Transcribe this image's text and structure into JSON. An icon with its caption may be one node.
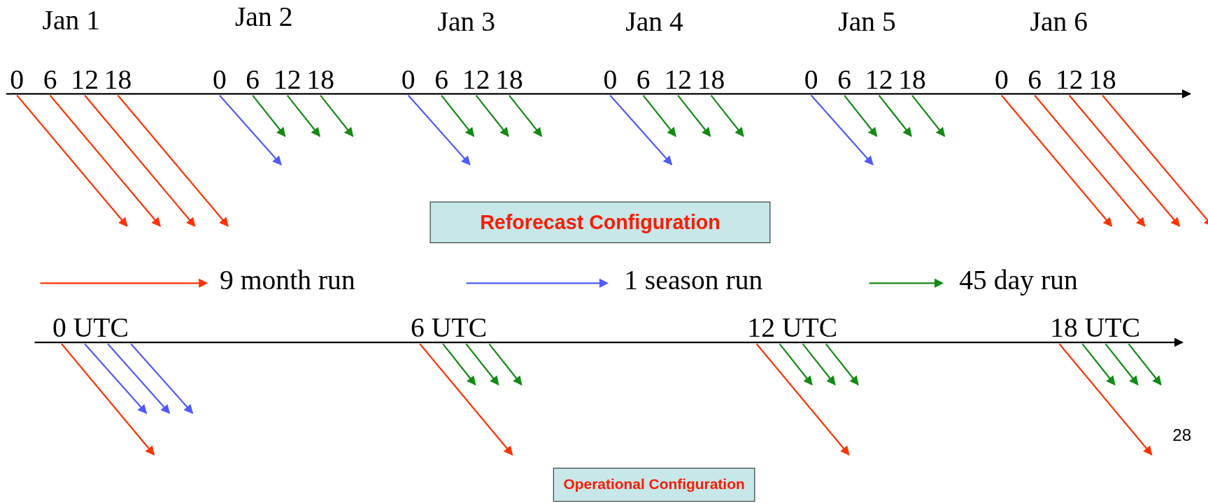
{
  "diagram": {
    "nodes": [
      {
        "text": [
          "0"
        ]
      },
      {
        "text": [
          "6"
        ]
      },
      {
        "text": [
          "12"
        ]
      },
      {
        "text": [
          "18"
        ]
      },
      {
        "text": [
          "0"
        ]
      },
      {
        "text": [
          "6"
        ]
      },
      {
        "text": [
          "12"
        ]
      },
      {
        "text": [
          "18"
        ]
      },
      {
        "text": [
          "0"
        ]
      },
      {
        "text": [
          "6"
        ]
      },
      {
        "text": [
          "12"
        ]
      },
      {
        "text": [
          "18"
        ]
      },
      {
        "text": [
          "0"
        ]
      },
      {
        "text": [
          "6"
        ]
      },
      {
        "text": [
          "12"
        ]
      },
      {
        "text": [
          "18"
        ]
      },
      {
        "text": [
          "0"
        ]
      },
      {
        "text": [
          "6"
        ]
      },
      {
        "text": [
          "12"
        ]
      },
      {
        "text": [
          "18"
        ]
      },
      {
        "text": [
          "0"
        ]
      },
      {
        "text": [
          "6"
        ]
      },
      {
        "text": [
          "12"
        ]
      },
      {
        "text": [
          "18"
        ]
      },
      {
        "text": [
          "Reforecast Configuration"
        ]
      },
      {
        "text": [
          "0 UTC"
        ]
      },
      {
        "text": [
          "6 UTC"
        ]
      },
      {
        "text": [
          "12 UTC"
        ]
      },
      {
        "text": [
          "18 UTC"
        ]
      },
      {
        "text": [
          "Operational Configuration"
        ]
      }
    ],
    "edges": [
      {
        "from": 0,
        "to": null,
        "arrow": "to",
        "color": "#ff3300"
      },
      {
        "from": 1,
        "to": null,
        "arrow": "to",
        "color": "#ff3300"
      },
      {
        "from": 2,
        "to": null,
        "arrow": "to",
        "color": "#ff3300"
      },
      {
        "from": 3,
        "to": null,
        "arrow": "to",
        "color": "#ff3300"
      },
      {
        "from": 4,
        "to": null,
        "arrow": "to",
        "color": "#4f5bff"
      },
      {
        "from": 5,
        "to": null,
        "arrow": "to",
        "color": "#138a13"
      },
      {
        "from": 6,
        "to": null,
        "arrow": "to",
        "color": "#138a13"
      },
      {
        "from": 7,
        "to": null,
        "arrow": "to",
        "color": "#138a13"
      },
      {
        "from": 8,
        "to": null,
        "arrow": "to",
        "color": "#4f5bff"
      },
      {
        "from": 9,
        "to": null,
        "arrow": "to",
        "color": "#138a13"
      },
      {
        "from": 10,
        "to": null,
        "arrow": "to",
        "color": "#138a13"
      },
      {
        "from": 11,
        "to": null,
        "arrow": "to",
        "color": "#138a13"
      },
      {
        "from": 12,
        "to": null,
        "arrow": "to",
        "color": "#4f5bff"
      },
      {
        "from": 13,
        "to": null,
        "arrow": "to",
        "color": "#138a13"
      },
      {
        "from": 14,
        "to": null,
        "arrow": "to",
        "color": "#138a13"
      },
      {
        "from": 15,
        "to": null,
        "arrow": "to",
        "color": "#138a13"
      },
      {
        "from": 16,
        "to": null,
        "arrow": "to",
        "color": "#4f5bff"
      },
      {
        "from": 17,
        "to": null,
        "arrow": "to",
        "color": "#138a13"
      },
      {
        "from": 18,
        "to": null,
        "arrow": "to",
        "color": "#138a13"
      },
      {
        "from": 19,
        "to": null,
        "arrow": "to",
        "color": "#138a13"
      },
      {
        "from": 20,
        "to": null,
        "arrow": "to",
        "color": "#ff3300"
      },
      {
        "from": 21,
        "to": null,
        "arrow": "to",
        "color": "#ff3300"
      },
      {
        "from": 22,
        "to": null,
        "arrow": "to",
        "color": "#ff3300"
      },
      {
        "from": 23,
        "to": null,
        "arrow": "to",
        "color": "#ff3300"
      },
      {
        "from": 25,
        "to": null,
        "arrow": "to",
        "color": "#ff3300"
      },
      {
        "from": 25,
        "to": null,
        "arrow": "to",
        "color": "#4f5bff"
      },
      {
        "from": 25,
        "to": null,
        "arrow": "to",
        "color": "#4f5bff"
      },
      {
        "from": 25,
        "to": null,
        "arrow": "to",
        "color": "#4f5bff"
      },
      {
        "from": 26,
        "to": null,
        "arrow": "to",
        "color": "#ff3300"
      },
      {
        "from": 26,
        "to": null,
        "arrow": "to",
        "color": "#138a13"
      },
      {
        "from": 26,
        "to": null,
        "arrow": "to",
        "color": "#138a13"
      },
      {
        "from": 26,
        "to": null,
        "arrow": "to",
        "color": "#138a13"
      },
      {
        "from": 27,
        "to": null,
        "arrow": "to",
        "color": "#ff3300"
      },
      {
        "from": 27,
        "to": null,
        "arrow": "to",
        "color": "#138a13"
      },
      {
        "from": 27,
        "to": null,
        "arrow": "to",
        "color": "#138a13"
      },
      {
        "from": 27,
        "to": null,
        "arrow": "to",
        "color": "#138a13"
      },
      {
        "from": 28,
        "to": null,
        "arrow": "to",
        "color": "#ff3300"
      },
      {
        "from": 28,
        "to": null,
        "arrow": "to",
        "color": "#138a13"
      },
      {
        "from": 28,
        "to": null,
        "arrow": "to",
        "color": "#138a13"
      },
      {
        "from": 28,
        "to": null,
        "arrow": "to",
        "color": "#138a13"
      }
    ],
    "labels": [
      "Jan 1",
      "Jan 2",
      "Jan 3",
      "Jan 4",
      "Jan 5",
      "Jan 6",
      "28"
    ],
    "legend": [
      {
        "text": "9 month run",
        "color": "#ff3300"
      },
      {
        "text": "1 season run",
        "color": "#4f5bff"
      },
      {
        "text": "45 day run",
        "color": "#138a13"
      }
    ]
  }
}
